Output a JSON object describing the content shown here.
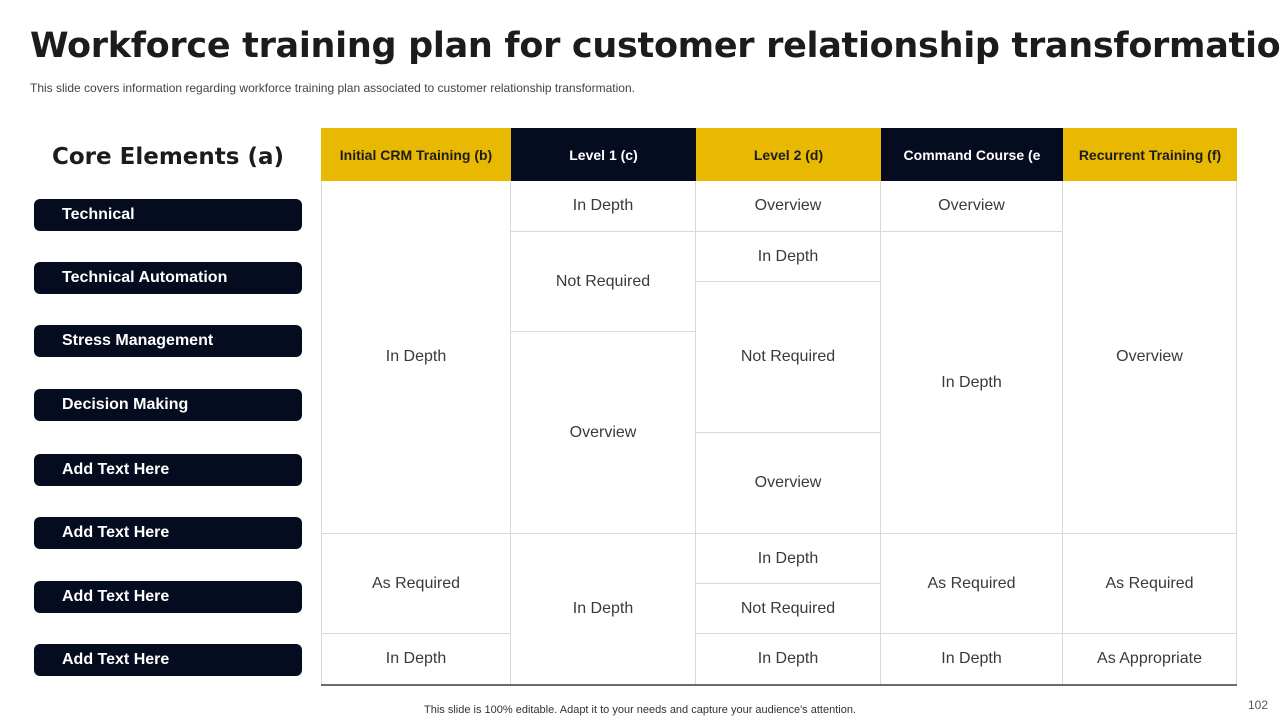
{
  "slide": {
    "title": "Workforce training plan for customer relationship transformation",
    "subtitle": "This slide covers information regarding  workforce  training  plan  associated to customer relationship transformation.",
    "footer_note": "This slide is 100% editable.  Adapt it to your needs and capture your audience's attention.",
    "page_number": "102"
  },
  "core": {
    "heading": "Core Elements (a)",
    "items": [
      "Technical",
      "Technical Automation",
      "Stress Management",
      "Decision Making",
      "Add Text Here",
      "Add Text Here",
      "Add Text Here",
      "Add Text Here"
    ]
  },
  "table": {
    "headers": [
      "Initial CRM Training (b)",
      "Level 1 (c)",
      "Level 2 (d)",
      "Command  Course (e",
      "Recurrent Training (f)"
    ],
    "header_colors": [
      "#e9b800",
      "#060c1f",
      "#e9b800",
      "#060c1f",
      "#e9b800"
    ],
    "cells": [
      "In Depth",
      "As Required",
      "In Depth",
      "In Depth",
      "Not Required",
      "Overview",
      "In Depth",
      "Overview",
      "In Depth",
      "Not Required",
      "Overview",
      "In Depth",
      "Not Required",
      "In Depth",
      "Overview",
      "In Depth",
      "As Required",
      "In Depth",
      "Overview",
      "As Required",
      "As Appropriate"
    ]
  }
}
